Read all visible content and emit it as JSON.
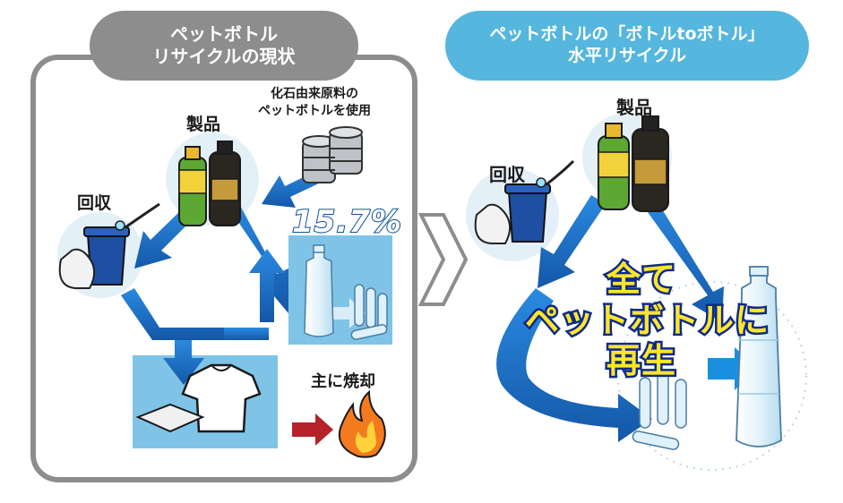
{
  "left_panel": {
    "title_line1": "ペットボトル",
    "title_line2": "リサイクルの現状",
    "product_label": "製品",
    "collect_label": "回収",
    "fossil_line1": "化石由来原料の",
    "fossil_line2": "ペットボトルを使用",
    "recycle_rate": "15.7%",
    "incinerate_label": "主に焼却"
  },
  "right_panel": {
    "title_line1": "ペットボトルの「ボトルtoボトル」",
    "title_line2": "水平リサイクル",
    "product_label": "製品",
    "collect_label": "回収",
    "headline_line1": "全て",
    "headline_line2": "ペットボトルに",
    "headline_line3": "再生"
  },
  "colors": {
    "left_header": "#8d8d8d",
    "right_header": "#55b6de",
    "arrow_blue": "#1a6fc4",
    "light_blue_box": "#7fc4e6",
    "circle_bg": "#e3f0f8",
    "incinerate_arrow": "#b5222a",
    "headline_text": "#ffe62a"
  }
}
